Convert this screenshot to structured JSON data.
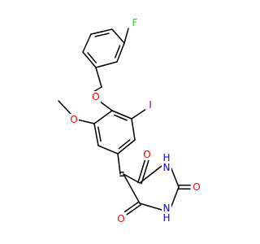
{
  "molecule": {
    "colors": {
      "C": "#000000",
      "O": "#ff0000",
      "N": "#0000ff",
      "F": "#33cc33",
      "I": "#940094"
    },
    "atoms": [
      {
        "id": "F1",
        "label": "F",
        "element": "F"
      },
      {
        "id": "O1",
        "label": "O",
        "element": "O"
      },
      {
        "id": "O2",
        "label": "O",
        "element": "O"
      },
      {
        "id": "I1",
        "label": "I",
        "element": "I"
      },
      {
        "id": "O3",
        "label": "O",
        "element": "O"
      },
      {
        "id": "N1",
        "label": "H\nN",
        "element": "N"
      },
      {
        "id": "O4",
        "label": "O",
        "element": "O"
      },
      {
        "id": "N2",
        "label": "N\nH",
        "element": "N"
      },
      {
        "id": "O5",
        "label": "O",
        "element": "O"
      }
    ]
  }
}
